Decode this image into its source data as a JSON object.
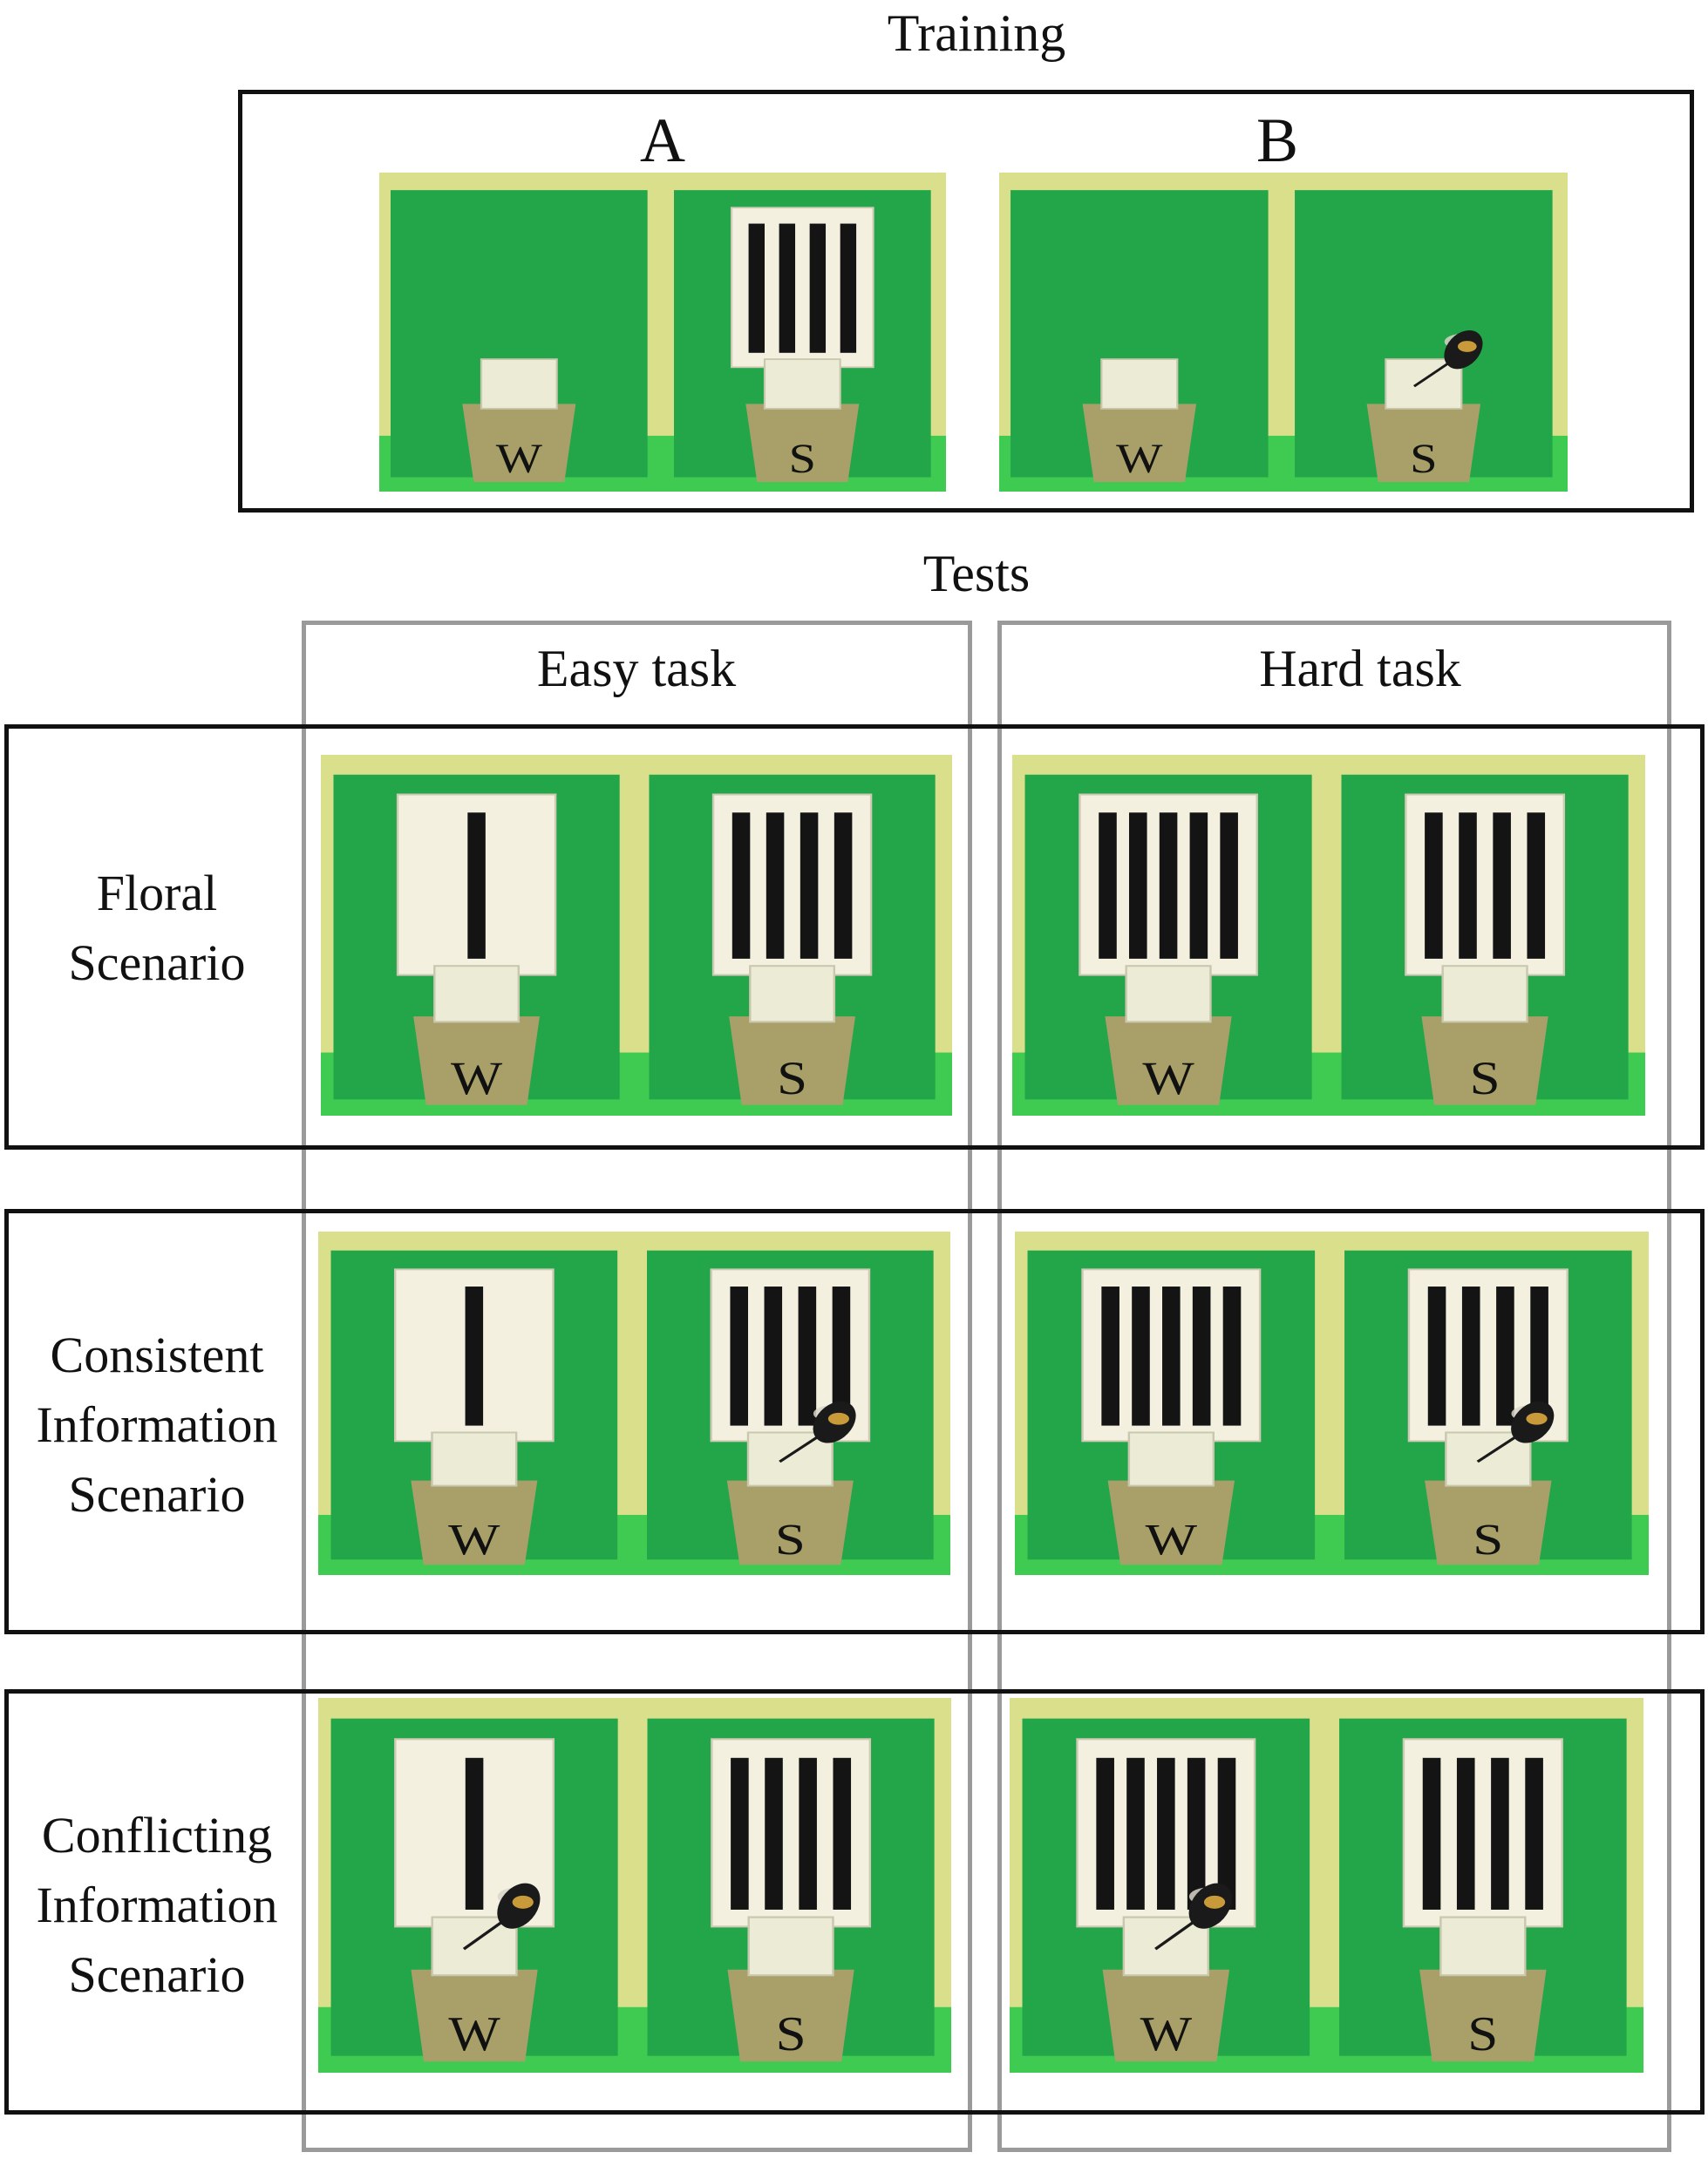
{
  "training": {
    "title": "Training",
    "panels": [
      {
        "letter": "A",
        "left": {
          "cue": "none",
          "feeder": "W",
          "bee": false
        },
        "right": {
          "cue": 4,
          "feeder": "S",
          "bee": false
        }
      },
      {
        "letter": "B",
        "left": {
          "cue": "none",
          "feeder": "W",
          "bee": false
        },
        "right": {
          "cue": "none",
          "feeder": "S",
          "bee": true
        }
      }
    ]
  },
  "tests": {
    "title": "Tests",
    "columns": [
      "Easy task",
      "Hard task"
    ],
    "rows": [
      {
        "label": "Floral Scenario",
        "cells": [
          {
            "left": {
              "cue": 1,
              "feeder": "W",
              "bee": false
            },
            "right": {
              "cue": 4,
              "feeder": "S",
              "bee": false
            }
          },
          {
            "left": {
              "cue": 5,
              "feeder": "W",
              "bee": false
            },
            "right": {
              "cue": 4,
              "feeder": "S",
              "bee": false
            }
          }
        ]
      },
      {
        "label": "Consistent Information Scenario",
        "cells": [
          {
            "left": {
              "cue": 1,
              "feeder": "W",
              "bee": false
            },
            "right": {
              "cue": 4,
              "feeder": "S",
              "bee": true
            }
          },
          {
            "left": {
              "cue": 5,
              "feeder": "W",
              "bee": false
            },
            "right": {
              "cue": 4,
              "feeder": "S",
              "bee": true
            }
          }
        ]
      },
      {
        "label": "Conflicting Information Scenario",
        "cells": [
          {
            "left": {
              "cue": 1,
              "feeder": "W",
              "bee": true
            },
            "right": {
              "cue": 4,
              "feeder": "S",
              "bee": false
            }
          },
          {
            "left": {
              "cue": 5,
              "feeder": "W",
              "bee": true
            },
            "right": {
              "cue": 4,
              "feeder": "S",
              "bee": false
            }
          }
        ]
      }
    ]
  },
  "colors": {
    "board_green": "#23a64a",
    "floor_green": "#3fcb52",
    "backdrop_yellow": "#d9df8a",
    "card_white": "#f4f0e0",
    "stripe_black": "#141414",
    "cup_olive": "#a8a068",
    "border_black": "#111111",
    "border_grey": "#9a9a9a"
  }
}
